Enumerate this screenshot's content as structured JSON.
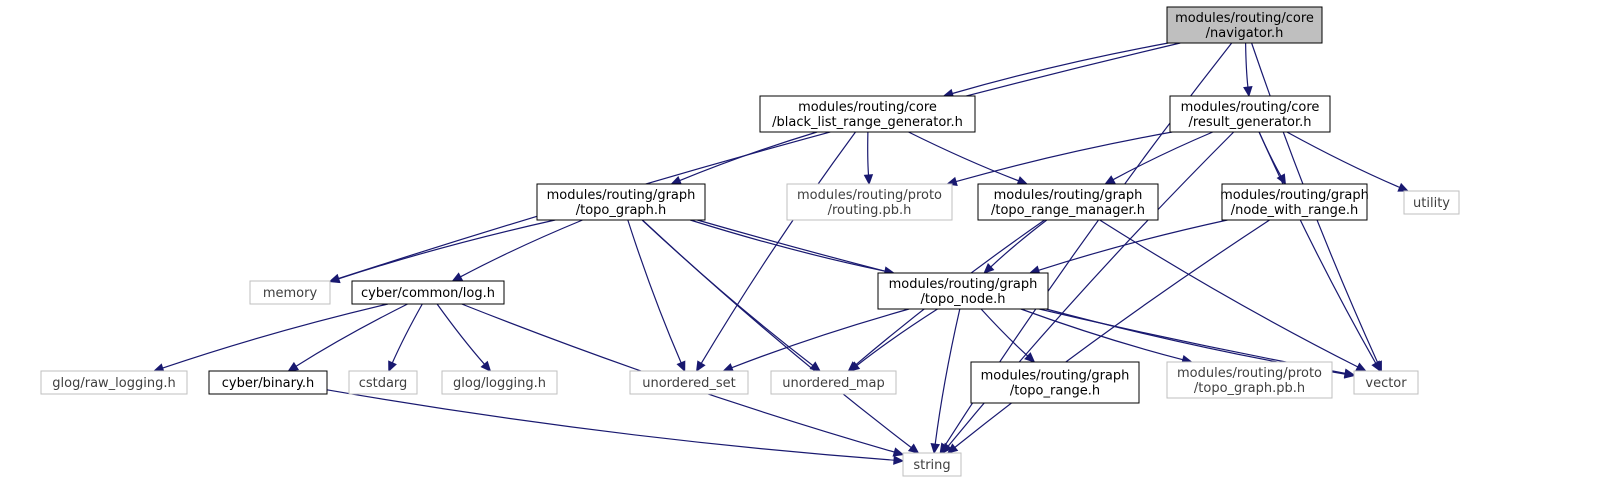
{
  "graph": {
    "nodes": [
      {
        "id": "navigator",
        "lines": [
          "modules/routing/core",
          "/navigator.h"
        ],
        "style": "root"
      },
      {
        "id": "blacklist",
        "lines": [
          "modules/routing/core",
          "/black_list_range_generator.h"
        ],
        "style": "linked"
      },
      {
        "id": "result_gen",
        "lines": [
          "modules/routing/core",
          "/result_generator.h"
        ],
        "style": "linked"
      },
      {
        "id": "topo_graph",
        "lines": [
          "modules/routing/graph",
          "/topo_graph.h"
        ],
        "style": "linked"
      },
      {
        "id": "routing_pb",
        "lines": [
          "modules/routing/proto",
          "/routing.pb.h"
        ],
        "style": "external"
      },
      {
        "id": "topo_range_mgr",
        "lines": [
          "modules/routing/graph",
          "/topo_range_manager.h"
        ],
        "style": "linked"
      },
      {
        "id": "node_with_range",
        "lines": [
          "modules/routing/graph",
          "/node_with_range.h"
        ],
        "style": "linked"
      },
      {
        "id": "utility",
        "lines": [
          "utility"
        ],
        "style": "external"
      },
      {
        "id": "memory",
        "lines": [
          "memory"
        ],
        "style": "external"
      },
      {
        "id": "log",
        "lines": [
          "cyber/common/log.h"
        ],
        "style": "linked"
      },
      {
        "id": "topo_node",
        "lines": [
          "modules/routing/graph",
          "/topo_node.h"
        ],
        "style": "linked"
      },
      {
        "id": "raw_logging",
        "lines": [
          "glog/raw_logging.h"
        ],
        "style": "external"
      },
      {
        "id": "binary",
        "lines": [
          "cyber/binary.h"
        ],
        "style": "linked"
      },
      {
        "id": "cstdarg",
        "lines": [
          "cstdarg"
        ],
        "style": "external"
      },
      {
        "id": "logging",
        "lines": [
          "glog/logging.h"
        ],
        "style": "external"
      },
      {
        "id": "unordered_set",
        "lines": [
          "unordered_set"
        ],
        "style": "external"
      },
      {
        "id": "unordered_map",
        "lines": [
          "unordered_map"
        ],
        "style": "external"
      },
      {
        "id": "topo_range",
        "lines": [
          "modules/routing/graph",
          "/topo_range.h"
        ],
        "style": "linked"
      },
      {
        "id": "topo_graph_pb",
        "lines": [
          "modules/routing/proto",
          "/topo_graph.pb.h"
        ],
        "style": "external"
      },
      {
        "id": "vector",
        "lines": [
          "vector"
        ],
        "style": "external"
      },
      {
        "id": "string",
        "lines": [
          "string"
        ],
        "style": "external"
      }
    ],
    "edges": [
      {
        "from": "navigator",
        "to": "blacklist"
      },
      {
        "from": "navigator",
        "to": "result_gen"
      },
      {
        "from": "navigator",
        "to": "memory"
      },
      {
        "from": "navigator",
        "to": "vector"
      },
      {
        "from": "navigator",
        "to": "string"
      },
      {
        "from": "blacklist",
        "to": "topo_graph"
      },
      {
        "from": "blacklist",
        "to": "routing_pb"
      },
      {
        "from": "blacklist",
        "to": "topo_range_mgr"
      },
      {
        "from": "blacklist",
        "to": "unordered_set"
      },
      {
        "from": "result_gen",
        "to": "routing_pb"
      },
      {
        "from": "result_gen",
        "to": "topo_range_mgr"
      },
      {
        "from": "result_gen",
        "to": "node_with_range"
      },
      {
        "from": "result_gen",
        "to": "utility"
      },
      {
        "from": "result_gen",
        "to": "vector"
      },
      {
        "from": "result_gen",
        "to": "string"
      },
      {
        "from": "topo_graph",
        "to": "memory"
      },
      {
        "from": "topo_graph",
        "to": "log"
      },
      {
        "from": "topo_graph",
        "to": "topo_node"
      },
      {
        "from": "topo_graph",
        "to": "unordered_set"
      },
      {
        "from": "topo_graph",
        "to": "unordered_map"
      },
      {
        "from": "topo_graph",
        "to": "vector"
      },
      {
        "from": "topo_graph",
        "to": "string"
      },
      {
        "from": "topo_range_mgr",
        "to": "topo_node"
      },
      {
        "from": "topo_range_mgr",
        "to": "unordered_map"
      },
      {
        "from": "topo_range_mgr",
        "to": "vector"
      },
      {
        "from": "node_with_range",
        "to": "topo_node"
      },
      {
        "from": "node_with_range",
        "to": "string"
      },
      {
        "from": "log",
        "to": "raw_logging"
      },
      {
        "from": "log",
        "to": "binary"
      },
      {
        "from": "log",
        "to": "cstdarg"
      },
      {
        "from": "log",
        "to": "logging"
      },
      {
        "from": "log",
        "to": "string"
      },
      {
        "from": "binary",
        "to": "string"
      },
      {
        "from": "topo_node",
        "to": "unordered_set"
      },
      {
        "from": "topo_node",
        "to": "unordered_map"
      },
      {
        "from": "topo_node",
        "to": "topo_range"
      },
      {
        "from": "topo_node",
        "to": "topo_graph_pb"
      },
      {
        "from": "topo_node",
        "to": "vector"
      },
      {
        "from": "topo_node",
        "to": "string"
      }
    ]
  },
  "colors": {
    "root_fill": "#bfbfbf",
    "root_border": "#000000",
    "linked_border": "#000000",
    "external_border": "#bfbfbf",
    "external_text": "#3f3f3f",
    "edge": "#191970"
  }
}
